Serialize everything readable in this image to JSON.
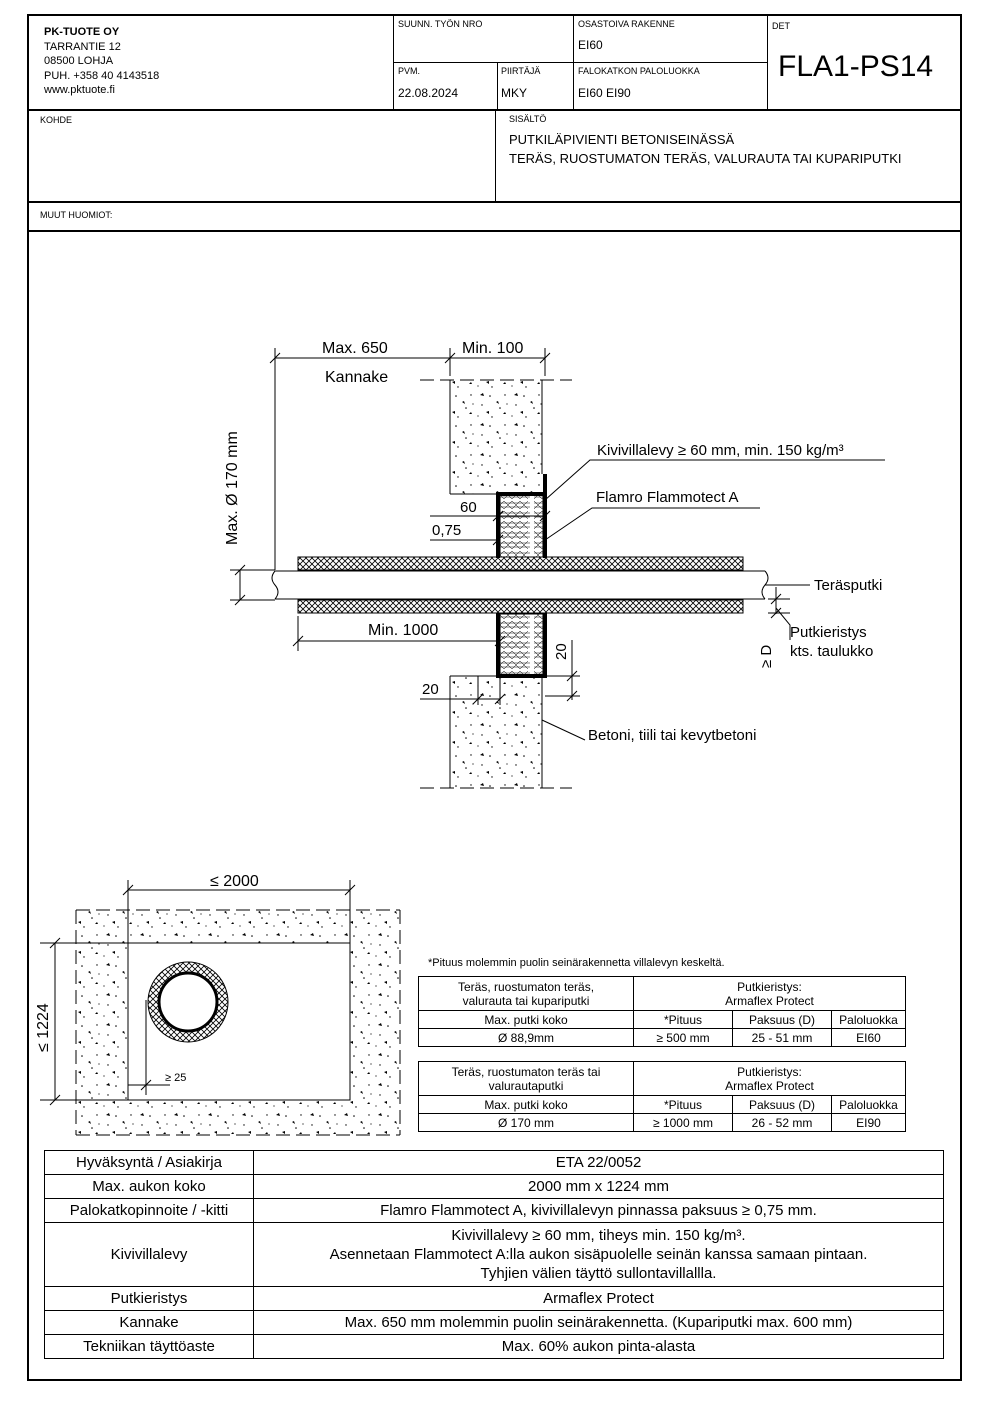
{
  "header": {
    "company": {
      "name": "PK-TUOTE OY",
      "street": "TARRANTIE 12",
      "city": "08500 LOHJA",
      "phone": "PUH. +358 40 4143518",
      "web": "www.pktuote.fi"
    },
    "suunn_label": "SUUNN. TYÖN NRO",
    "suunn_value": "",
    "osasto_label": "OSASTOIVA RAKENNE",
    "osasto_value": "EI60",
    "det_label": "DET",
    "det_value": "FLA1-PS14",
    "pvm_label": "PVM.",
    "pvm_value": "22.08.2024",
    "piirtaja_label": "PIIRTÄJÄ",
    "piirtaja_value": "MKY",
    "falo_label": "FALOKATKON PALOLUOKKA",
    "falo_value": "EI60 EI90",
    "kohde_label": "KOHDE",
    "sisalto_label": "SISÄLTÖ",
    "sisalto_line1": "PUTKILÄPIVIENTI BETONISEINÄSSÄ",
    "sisalto_line2": "TERÄS, RUOSTUMATON TERÄS, VALURAUTA TAI KUPARIPUTKI",
    "muut_label": "MUUT HUOMIOT:"
  },
  "section_drawing": {
    "max650": "Max. 650",
    "min100": "Min. 100",
    "kannake": "Kannake",
    "max_dia": "Max. Ø 170 mm",
    "kivivilla": "Kivivillalevy ≥ 60 mm, min. 150 kg/m³",
    "flamro": "Flamro Flammotect A",
    "dim60": "60",
    "dim075": "0,75",
    "terasputki": "Teräsputki",
    "min1000": "Min. 1000",
    "putkieristys": "Putkieristys",
    "kts": "kts. taulukko",
    "geD": "≥ D",
    "dim20a": "20",
    "dim20b": "20",
    "betoni": "Betoni, tiili tai kevytbetoni"
  },
  "elevation_drawing": {
    "width": "≤ 2000",
    "height": "≤ 1224",
    "gap": "≥ 25"
  },
  "note": "*Pituus molemmin puolin seinärakennetta villalevyn keskeltä.",
  "table1": {
    "pipe_line1": "Teräs, ruostumaton teräs,",
    "pipe_line2": "valurauta tai kupariputki",
    "ins_line1": "Putkieristys:",
    "ins_line2": "Armaflex Protect",
    "h_size": "Max. putki koko",
    "h_len": "*Pituus",
    "h_thick": "Paksuus (D)",
    "h_class": "Paloluokka",
    "size": "Ø 88,9mm",
    "len": "≥ 500 mm",
    "thick": "25 - 51 mm",
    "cls": "EI60"
  },
  "table2": {
    "pipe_line1": "Teräs, ruostumaton teräs tai",
    "pipe_line2": "valurautaputki",
    "ins_line1": "Putkieristys:",
    "ins_line2": "Armaflex Protect",
    "h_size": "Max. putki koko",
    "h_len": "*Pituus",
    "h_thick": "Paksuus (D)",
    "h_class": "Paloluokka",
    "size": "Ø 170 mm",
    "len": "≥ 1000 mm",
    "thick": "26 - 52 mm",
    "cls": "EI90"
  },
  "main_table": [
    {
      "label": "Hyväksyntä / Asiakirja",
      "value": "ETA 22/0052"
    },
    {
      "label": "Max. aukon koko",
      "value": "2000 mm x 1224 mm"
    },
    {
      "label": "Palokatkopinnoite / -kitti",
      "value": "Flamro Flammotect A, kivivillalevyn pinnassa paksuus ≥ 0,75 mm."
    },
    {
      "label": "Kivivillalevy",
      "value1": "Kivivillalevy ≥ 60 mm, tiheys min. 150 kg/m³.",
      "value2": "Asennetaan Flammotect A:lla aukon sisäpuolelle seinän kanssa samaan pintaan.",
      "value3": "Tyhjien välien täyttö sullontavillallla."
    },
    {
      "label": "Putkieristys",
      "value": "Armaflex Protect"
    },
    {
      "label": "Kannake",
      "value": "Max. 650 mm molemmin puolin seinärakennetta. (Kupariputki max. 600 mm)"
    },
    {
      "label": "Tekniikan täyttöaste",
      "value": "Max. 60% aukon pinta-alasta"
    }
  ]
}
